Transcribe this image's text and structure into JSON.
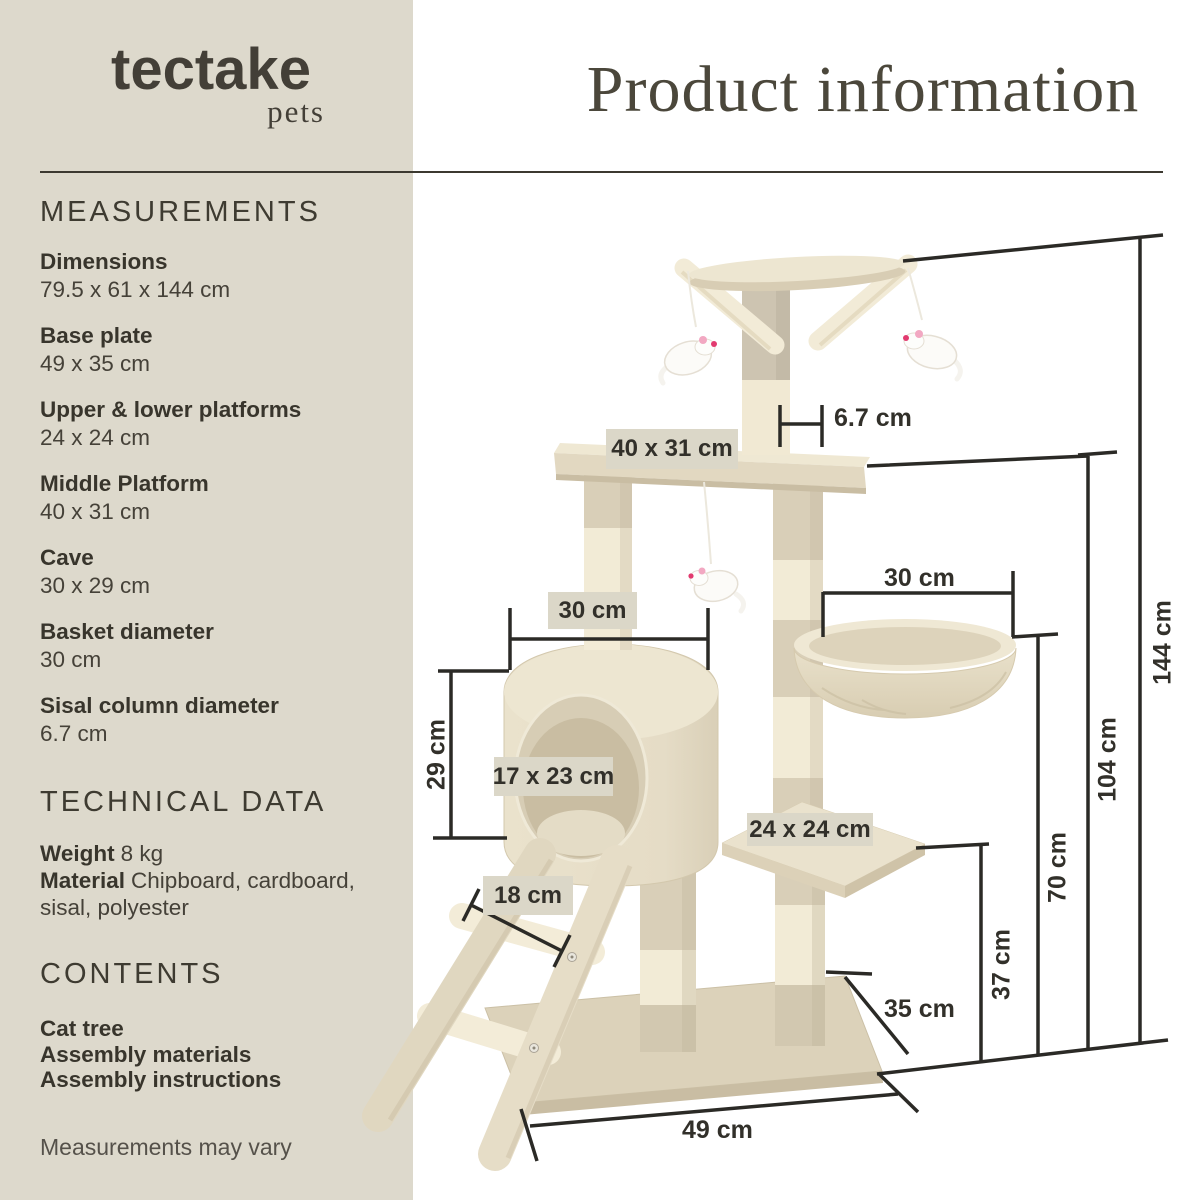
{
  "brand": {
    "name": "tectake",
    "sub": "pets"
  },
  "title": "Product information",
  "sidebar": {
    "measurements": {
      "heading": "MEASUREMENTS",
      "items": [
        {
          "label": "Dimensions",
          "value": "79.5 x 61 x 144 cm"
        },
        {
          "label": "Base plate",
          "value": "49 x 35 cm"
        },
        {
          "label": "Upper & lower platforms",
          "value": "24 x 24 cm"
        },
        {
          "label": "Middle Platform",
          "value": "40 x 31 cm"
        },
        {
          "label": "Cave",
          "value": "30 x 29 cm"
        },
        {
          "label": "Basket diameter",
          "value": "30 cm"
        },
        {
          "label": "Sisal column diameter",
          "value": "6.7 cm"
        }
      ]
    },
    "technical": {
      "heading": "TECHNICAL DATA",
      "rows": [
        {
          "label": "Weight",
          "value": "8 kg"
        },
        {
          "label": "Material",
          "value": "Chipboard, cardboard, sisal, polyester"
        }
      ]
    },
    "contents": {
      "heading": "CONTENTS",
      "items": [
        "Cat tree",
        "Assembly materials",
        "Assembly instructions"
      ]
    },
    "note": "Measurements may vary"
  },
  "annotations": {
    "sisal_diameter": "6.7 cm",
    "middle_platform": "40 x 31 cm",
    "basket_width": "30 cm",
    "cave_width": "30 cm",
    "cave_height": "29 cm",
    "cave_opening": "17 x 23 cm",
    "lower_platform": "24 x 24 cm",
    "ladder_rung": "18 cm",
    "height_37": "37 cm",
    "height_70": "70 cm",
    "height_104": "104 cm",
    "height_144": "144 cm",
    "base_depth": "35 cm",
    "base_width": "49 cm"
  },
  "colors": {
    "sidebar_bg": "#ddd9cc",
    "label_bg": "#dbd7c8",
    "line": "#2b2a26",
    "text_dark": "#38352c",
    "plush": "#d9cfb8",
    "sisal": "#f2ebd6",
    "mouse_pink": "#e23a6f"
  }
}
